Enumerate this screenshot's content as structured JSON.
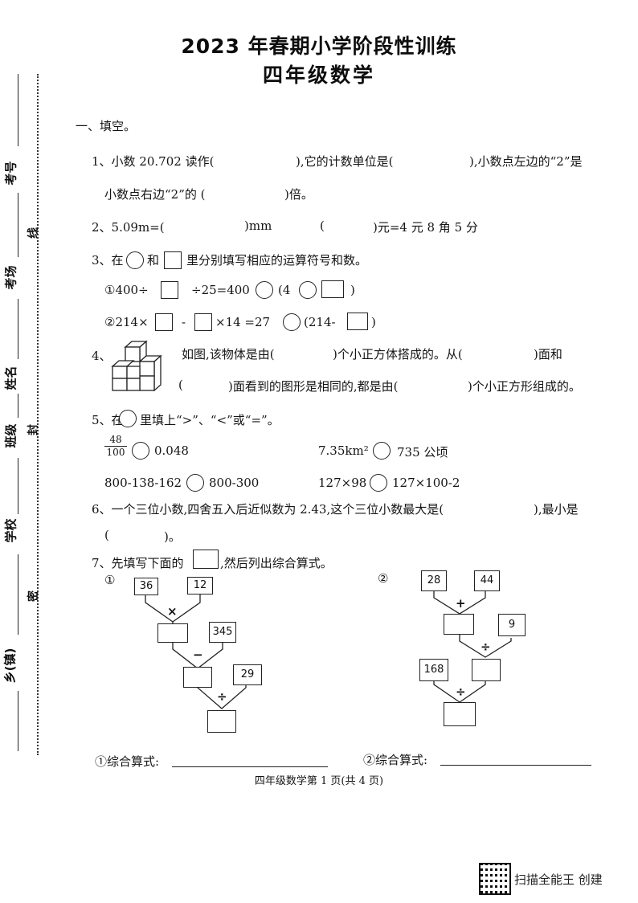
{
  "header": {
    "title": "2023 年春期小学阶段性训练",
    "subtitle": "四年级数学"
  },
  "sidebar": {
    "kaohao": "考号",
    "kaochang": "考场",
    "xingming": "姓名",
    "banji": "班级",
    "xuexiao": "学校",
    "xiangzhen": "乡(镇)",
    "xian": "线",
    "feng": "封",
    "mi": "密"
  },
  "section1": {
    "heading": "一、填空。"
  },
  "q1": {
    "part1": "1、小数 20.702 读作(",
    "part2": "),它的计数单位是(",
    "part3": "),小数点左边的“2”是",
    "line2a": "小数点右边“2”的 (",
    "line2b": ")倍。"
  },
  "q2": {
    "part1": "2、5.09m=(",
    "part2": ")mm",
    "part3": "(",
    "part4": ")元=4 元 8 角 5 分"
  },
  "q3": {
    "intro_a": "3、在",
    "intro_b": "和",
    "intro_c": "里分别填写相应的运算符号和数。",
    "l1_a": "①400÷",
    "l1_b": "÷25=400",
    "l1_c": "(4",
    "l1_d": ")",
    "l2_a": "②214×",
    "l2_b": "-",
    "l2_c": "×14 =27",
    "l2_d": "(214-",
    "l2_e": ")"
  },
  "q4": {
    "num": "4、",
    "l1_a": "如图,该物体是由(",
    "l1_b": ")个小正方体搭成的。从(",
    "l1_c": ")面和",
    "l2_a": "(",
    "l2_b": ")面看到的图形是相同的,都是由(",
    "l2_c": ")个小正方形组成的。"
  },
  "q5": {
    "intro_a": "5、在",
    "intro_b": "里填上“>”、“<”或“=”。",
    "frac_num": "48",
    "frac_den": "100",
    "a_right": "0.048",
    "b_left": "7.35km²",
    "b_right": "735 公顷",
    "c_left": "800-138-162",
    "c_right": "800-300",
    "d_left": "127×98",
    "d_right": "127×100-2"
  },
  "q6": {
    "line1a": "6、一个三位小数,四舍五入后近似数为 2.43,这个三位小数最大是(",
    "line1b": "),最小是",
    "line2a": "(",
    "line2b": ")。"
  },
  "q7": {
    "intro_a": "7、先填写下面的",
    "intro_b": ",然后列出综合算式。",
    "d1_label": "①",
    "d1_a": "36",
    "d1_b": "12",
    "d1_op1": "×",
    "d1_c": "345",
    "d1_op2": "−",
    "d1_d": "29",
    "d1_op3": "÷",
    "d2_label": "②",
    "d2_a": "28",
    "d2_b": "44",
    "d2_op1": "+",
    "d2_c": "9",
    "d2_op2": "÷",
    "d2_d": "168",
    "d2_op3": "÷",
    "ans1": "①综合算式:",
    "ans2": "②综合算式:"
  },
  "footer": {
    "page": "四年级数学第 1 页(共 4 页)",
    "scanner": "扫描全能王  创建"
  }
}
